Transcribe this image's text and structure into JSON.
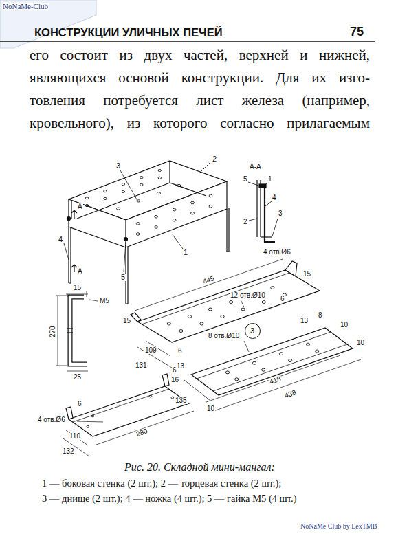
{
  "diagram": {
    "title": "КОНСТРУКЦИИ УЛИЧНЫХ ПЕЧЕЙ",
    "caption": "Рис. 20. Складной мини-мангал:",
    "nodes": [
      {
        "text": [
          "3"
        ]
      }
    ],
    "labels": [
      "NoNaMe-Club",
      "75",
      "его состоит из двух частей, верхней и нижней,",
      "являющихся основой конструкции. Для их изго-",
      "товления потребуется лист железа (например,",
      "кровельного), из которого согласно прилагаемым",
      "3",
      "2",
      "1",
      "4",
      "5",
      "A",
      "A",
      "A-A",
      "5",
      "1",
      "4",
      "2",
      "3",
      "4 отв.Ø6",
      "15",
      "445",
      "6",
      "12 отв.Ø10",
      "15",
      "109",
      "131",
      "6",
      "15",
      "М5",
      "270",
      "25",
      "13",
      "8",
      "8 отв.Ø10",
      "10",
      "10",
      "13",
      "418",
      "135",
      "10",
      "438",
      "6",
      "16",
      "6",
      "110",
      "132",
      "4 отв.Ø6",
      "280",
      "1 — боковая стенка (2 шт.); 2 — торцевая стенка (2 шт.);",
      "3 — днище (2 шт.); 4 — ножка (4 шт.); 5 — гайка М5 (4 шт.)",
      "NoNaMe Club by LexTMB"
    ]
  }
}
